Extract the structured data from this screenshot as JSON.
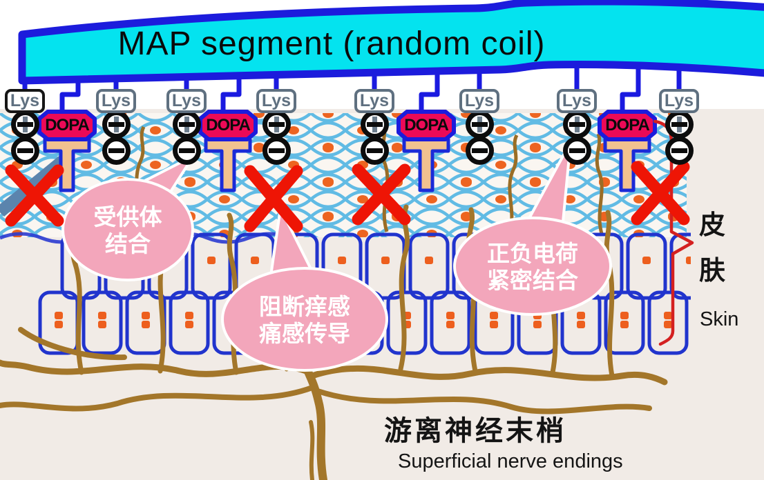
{
  "banner": {
    "title": "MAP segment (random coil)"
  },
  "labels": {
    "lys": "Lys",
    "dopa": "DOPA"
  },
  "charges": {
    "positive": "+",
    "negative": "−"
  },
  "callouts": {
    "receptor_binding": {
      "line1": "受供体",
      "line2": "结合"
    },
    "block_itch_pain": {
      "line1": "阻断痒感",
      "line2": "痛感传导"
    },
    "charge_binding": {
      "line1": "正负电荷",
      "line2": "紧密结合"
    }
  },
  "skin_label": {
    "zh": "皮肤",
    "en": "Skin"
  },
  "nerve_label": {
    "zh": "游离神经末梢",
    "en": "Superficial nerve endings"
  },
  "colors": {
    "banner_fill": "#04e3ef",
    "banner_border": "#1c1cdc",
    "dopa_fill": "#ec0a57",
    "dopa_t_fill": "#f2c18f",
    "callout_pink": "#f3a6bb",
    "cross_red": "#ee1505",
    "brace_red": "#d42020",
    "mesh_blue": "#46b0e2",
    "cell_blue": "#2134cd",
    "nerve_brown": "#a3762a",
    "dot_orange": "#ed6420",
    "lys_gray": "#5f7080"
  }
}
